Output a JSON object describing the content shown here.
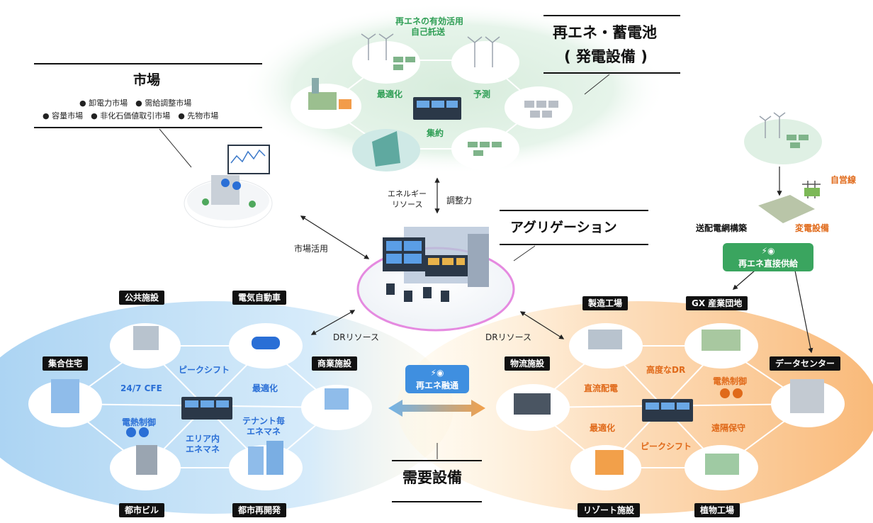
{
  "colors": {
    "green_zone": "#dff0e4",
    "blue_zone": "#cfe6f7",
    "orange_zone": "#fde2c4",
    "accent_blue": "#2a6fd6",
    "accent_orange": "#e06a1a",
    "accent_green": "#2f9e55",
    "supply_green": "#3aa55f"
  },
  "generation": {
    "title_line1": "再エネ・蓄電池",
    "title_line2": "( 発電設備 )",
    "top_label_line1": "再エネの有効活用",
    "top_label_line2": "自己託送",
    "optimize": "最適化",
    "forecast": "予測",
    "aggregate": "集約"
  },
  "market": {
    "title": "市場",
    "line1": "● 卸電力市場　● 需給調整市場",
    "line2": "● 容量市場　● 非化石価値取引市場　● 先物市場",
    "market_use": "市場活用"
  },
  "aggregation": {
    "title": "アグリゲーション",
    "energy_resource_line1": "エネルギー",
    "energy_resource_line2": "リソース",
    "adjustment": "調整力",
    "dr_left": "DRリソース",
    "dr_right": "DRリソース"
  },
  "right_supply": {
    "private_line": "自営線",
    "grid_build": "送配電網構築",
    "substation": "変電設備",
    "direct_supply": "再エネ直接供給"
  },
  "demand": {
    "title": "需要設備",
    "exchange": "再エネ融通",
    "left": {
      "public": "公共施設",
      "ev": "電気自動車",
      "apartment": "集合住宅",
      "commercial": "商業施設",
      "city_building": "都市ビル",
      "redevelopment": "都市再開発",
      "peak_shift": "ピークシフト",
      "cfe": "24/7 CFE",
      "optimize": "最適化",
      "heat_control": "電熱制御",
      "area_em_line1": "エリア内",
      "area_em_line2": "エネマネ",
      "tenant_em_line1": "テナント毎",
      "tenant_em_line2": "エネマネ"
    },
    "right": {
      "factory": "製造工場",
      "gx": "GX 産業団地",
      "logistics": "物流施設",
      "datacenter": "データセンター",
      "resort": "リゾート施設",
      "plant_factory": "植物工場",
      "advanced_dr": "高度なDR",
      "dc_power": "直流配電",
      "heat_control": "電熱制御",
      "optimize": "最適化",
      "remote_maint": "遠隔保守",
      "peak_shift": "ピークシフト"
    }
  }
}
